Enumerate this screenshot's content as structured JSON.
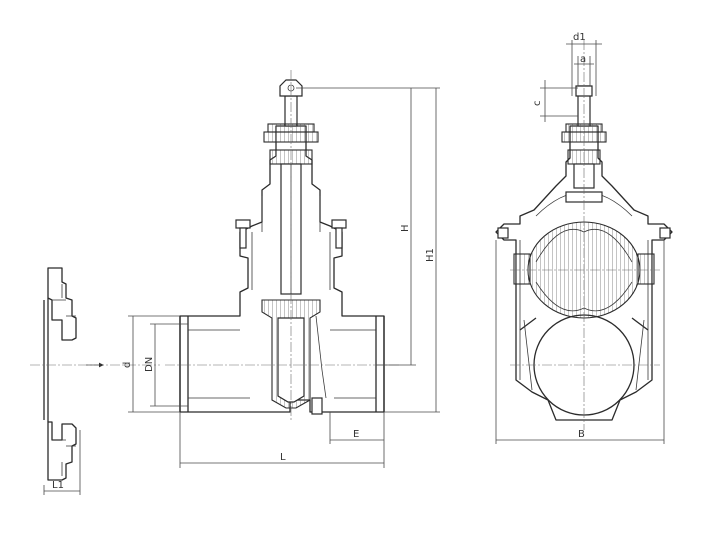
{
  "dimensions": {
    "d": "d",
    "dn": "DN",
    "l1": "L1",
    "l": "L",
    "e": "E",
    "h": "H",
    "h1": "H1",
    "b": "B",
    "d1": "d1",
    "a": "a",
    "c": "c"
  },
  "colors": {
    "line": "#2b2b2b",
    "dimension": "#4a4a4a",
    "background": "#ffffff"
  }
}
